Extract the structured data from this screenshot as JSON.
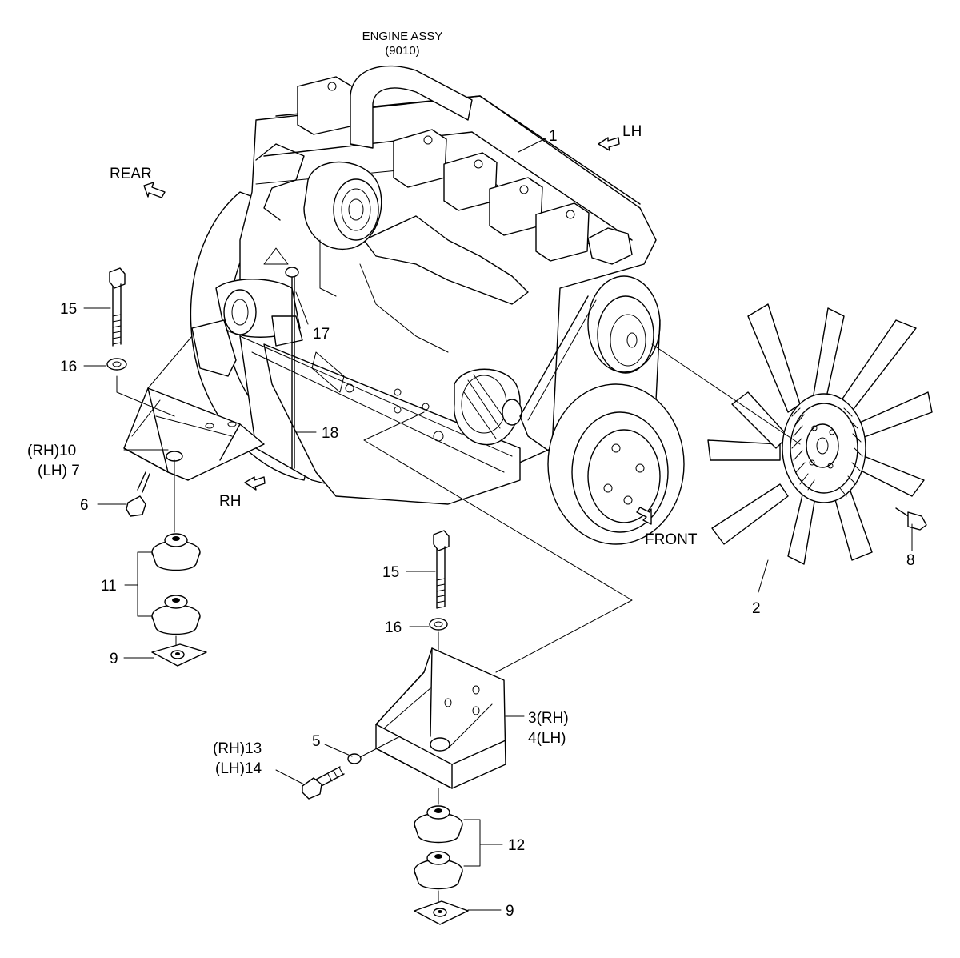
{
  "title": {
    "line1": "ENGINE ASSY",
    "line2": "(9010)"
  },
  "directions": {
    "rear": "REAR",
    "lh": "LH",
    "rh": "RH",
    "front": "FRONT"
  },
  "callouts": {
    "c1": "1",
    "c2": "2",
    "c3": "3(RH)",
    "c4": "4(LH)",
    "c5": "5",
    "c6": "6",
    "c7": "(LH) 7",
    "c8": "8",
    "c9_left": "9",
    "c9_bottom": "9",
    "c10": "(RH)10",
    "c11": "11",
    "c12": "12",
    "c13": "(RH)13",
    "c14": "(LH)14",
    "c15_left": "15",
    "c15_center": "15",
    "c16_left": "16",
    "c16_center": "16",
    "c17": "17",
    "c18": "18"
  }
}
